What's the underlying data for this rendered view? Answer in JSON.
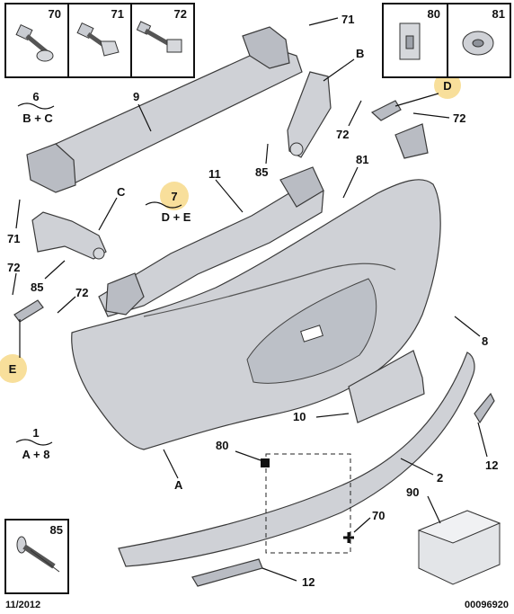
{
  "inset_boxes": [
    {
      "label": "70",
      "icon": "bolt-icon"
    },
    {
      "label": "71",
      "icon": "bolt-icon"
    },
    {
      "label": "72",
      "icon": "bolt-icon"
    },
    {
      "label": "80",
      "icon": "clip-icon"
    },
    {
      "label": "81",
      "icon": "nut-icon"
    },
    {
      "label": "85",
      "icon": "rivet-icon"
    }
  ],
  "callouts": {
    "c9": "9",
    "c71a": "71",
    "cB": "B",
    "cD": "D",
    "c72a": "72",
    "c72b": "72",
    "c85a": "85",
    "c81": "81",
    "c6": "6",
    "c6sub": "B + C",
    "c7": "7",
    "c7sub": "D + E",
    "c11": "11",
    "cC": "C",
    "c71b": "71",
    "c72c": "72",
    "c85b": "85",
    "c72d": "72",
    "cE": "E",
    "c8": "8",
    "c10": "10",
    "c1": "1",
    "c1sub": "A + 8",
    "c80": "80",
    "cA": "A",
    "c2": "2",
    "c12a": "12",
    "c90": "90",
    "c70": "70",
    "c12b": "12"
  },
  "footer": {
    "date": "11/2012",
    "ref": "00096920"
  },
  "colors": {
    "highlight": "#f7d98a",
    "part": "#cfd1d6",
    "ink": "#111111"
  }
}
